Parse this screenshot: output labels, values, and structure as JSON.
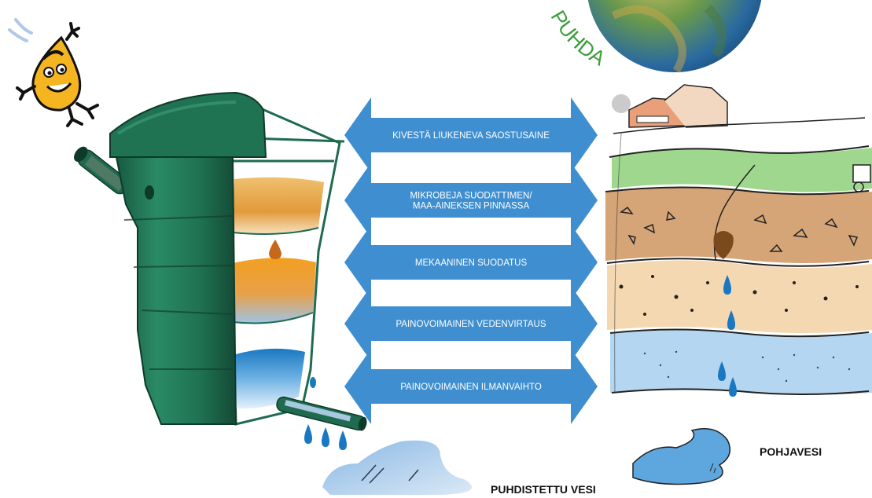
{
  "colors": {
    "arrow": "#3f8fd0",
    "tank_green": "#1e6b4f",
    "arc_text": "#3a9e3a"
  },
  "arrows": [
    {
      "label_lines": [
        "KIVESTÄ LIUKENEVA SAOSTUSAINE"
      ]
    },
    {
      "label_lines": [
        "MIKROBEJA SUODATTIMEN/",
        "MAA-AINEKSEN PINNASSA"
      ]
    },
    {
      "label_lines": [
        "MEKAANINEN SUODATUS"
      ]
    },
    {
      "label_lines": [
        "PAINOVOIMAINEN VEDENVIRTAUS"
      ]
    },
    {
      "label_lines": [
        "PAINOVOIMAINEN ILMANVAIHTO"
      ]
    }
  ],
  "arc_text": "PUHDA",
  "captions": {
    "groundwater": "POHJAVESI",
    "purified_water": "PUHDISTETTU VESI"
  },
  "icons": [
    "water-drop-mascot-icon",
    "globe-icon",
    "filter-tank-icon",
    "ground-layers-illustration"
  ]
}
